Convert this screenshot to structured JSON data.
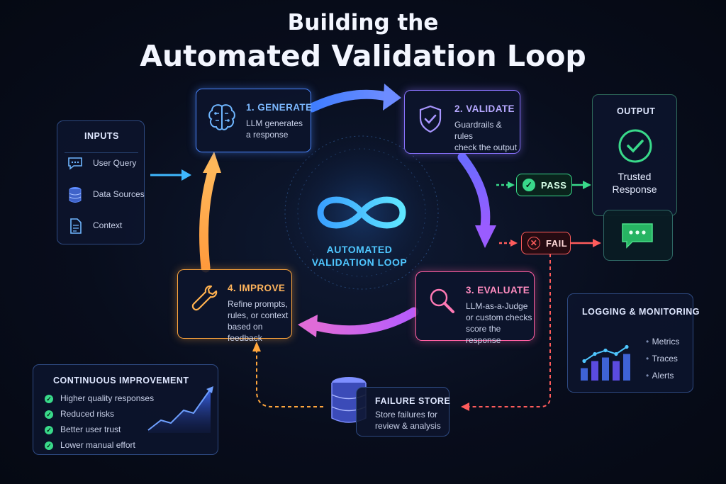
{
  "title": {
    "line1": "Building the",
    "line2": "Automated Validation Loop"
  },
  "center": {
    "label": "AUTOMATED\nVALIDATION LOOP",
    "icon": "infinity-icon"
  },
  "inputs": {
    "title": "INPUTS",
    "items": [
      {
        "label": "User Query",
        "icon": "chat-bubble-icon"
      },
      {
        "label": "Data Sources",
        "icon": "database-icon"
      },
      {
        "label": "Context",
        "icon": "document-icon"
      }
    ]
  },
  "steps": {
    "generate": {
      "title": "1. GENERATE",
      "desc": "LLM generates\na response",
      "icon": "brain-icon",
      "color": "#5aa8ff"
    },
    "validate": {
      "title": "2. VALIDATE",
      "desc": "Guardrails & rules\ncheck the output",
      "icon": "shield-check-icon",
      "color": "#8f7cff"
    },
    "evaluate": {
      "title": "3. EVALUATE",
      "desc": "LLM-as-a-Judge\nor custom checks\nscore the response",
      "icon": "magnifier-icon",
      "color": "#ff5fa2"
    },
    "improve": {
      "title": "4. IMPROVE",
      "desc": "Refine prompts,\nrules, or context\nbased on feedback",
      "icon": "wrench-icon",
      "color": "#ffa63d"
    }
  },
  "pass": {
    "label": "PASS",
    "color": "#39d98a"
  },
  "fail": {
    "label": "FAIL",
    "color": "#ff5c5c"
  },
  "output": {
    "title": "OUTPUT",
    "result": "Trusted\nResponse",
    "icon": "check-circle-icon",
    "reply_icon": "chat-reply-icon"
  },
  "logging": {
    "title": "LOGGING & MONITORING",
    "items": [
      "Metrics",
      "Traces",
      "Alerts"
    ],
    "bar_levels": [
      0.35,
      0.55,
      0.65,
      0.55,
      0.75
    ]
  },
  "failure_store": {
    "title": "FAILURE STORE",
    "desc": "Store failures for\nreview & analysis",
    "icon": "database-icon"
  },
  "improvement": {
    "title": "CONTINUOUS IMPROVEMENT",
    "items": [
      "Higher quality responses",
      "Reduced risks",
      "Better user trust",
      "Lower manual effort"
    ],
    "trend_icon": "rising-area-chart-icon"
  }
}
